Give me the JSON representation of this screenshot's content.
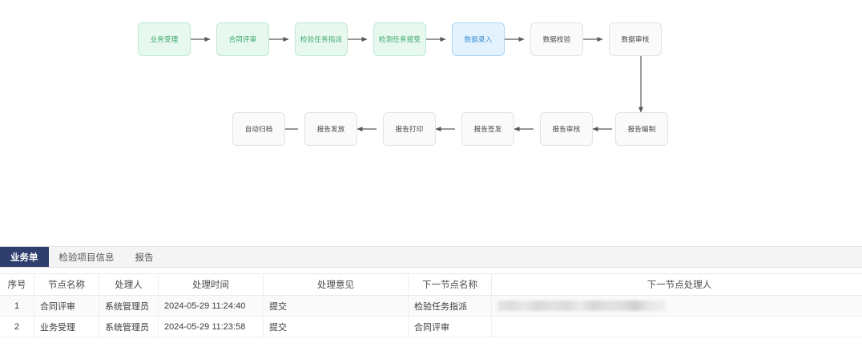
{
  "flow": {
    "row1": [
      {
        "label": "业务受理",
        "style": "green"
      },
      {
        "label": "合同评审",
        "style": "green"
      },
      {
        "label": "检验任务指派",
        "style": "green"
      },
      {
        "label": "检测任务接受",
        "style": "green"
      },
      {
        "label": "数据录入",
        "style": "blue"
      },
      {
        "label": "数据校验",
        "style": "grey"
      },
      {
        "label": "数据审核",
        "style": "grey"
      }
    ],
    "row2": [
      {
        "label": "自动归档",
        "style": "grey"
      },
      {
        "label": "报告发放",
        "style": "grey"
      },
      {
        "label": "报告打印",
        "style": "grey"
      },
      {
        "label": "报告签发",
        "style": "grey"
      },
      {
        "label": "报告审核",
        "style": "grey"
      },
      {
        "label": "报告编制",
        "style": "grey"
      }
    ],
    "colors": {
      "green_fill": "#e7f8ee",
      "green_border": "#bfe8d2",
      "green_text": "#3aa76d",
      "blue_fill": "#e3f2fd",
      "blue_border": "#a9d4f2",
      "blue_text": "#3d8fd4",
      "grey_fill": "#fafafa",
      "grey_border": "#e2e2e2",
      "grey_text": "#444444",
      "arrow": "#595959"
    }
  },
  "tabs": [
    {
      "label": "业务单",
      "active": true
    },
    {
      "label": "检验项目信息",
      "active": false
    },
    {
      "label": "报告",
      "active": false
    }
  ],
  "table": {
    "columns": [
      "序号",
      "节点名称",
      "处理人",
      "处理时间",
      "处理意见",
      "下一节点名称",
      "下一节点处理人"
    ],
    "rows": [
      {
        "index": "1",
        "node_name": "合同评审",
        "handler": "系统管理员",
        "handle_time": "2024-05-29 11:24:40",
        "opinion": "提交",
        "next_node": "检验任务指派",
        "next_handler": "",
        "next_handler_redacted": true
      },
      {
        "index": "2",
        "node_name": "业务受理",
        "handler": "系统管理员",
        "handle_time": "2024-05-29 11:23:58",
        "opinion": "提交",
        "next_node": "合同评审",
        "next_handler": "",
        "next_handler_redacted": false
      }
    ]
  }
}
